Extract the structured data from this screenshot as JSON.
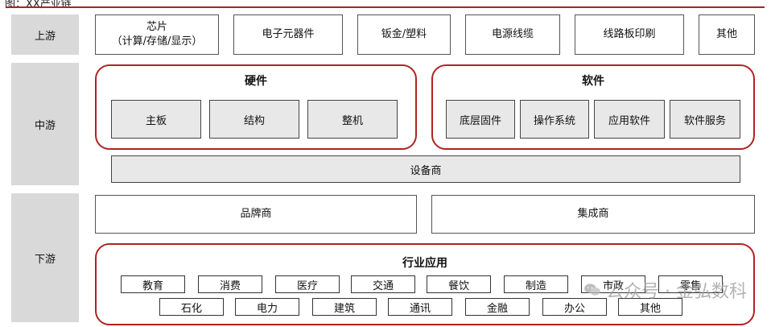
{
  "caption": "图：XX产业链",
  "tiers": {
    "upstream": "上游",
    "midstream": "中游",
    "downstream": "下游"
  },
  "upstream_items": [
    {
      "line1": "芯片",
      "line2": "（计算/存储/显示）"
    },
    {
      "line1": "电子元器件"
    },
    {
      "line1": "钣金/塑料"
    },
    {
      "line1": "电源线缆"
    },
    {
      "line1": "线路板印刷"
    },
    {
      "line1": "其他"
    }
  ],
  "hardware": {
    "title": "硬件",
    "items": [
      "主板",
      "结构",
      "整机"
    ]
  },
  "software": {
    "title": "软件",
    "items": [
      "底层固件",
      "操作系统",
      "应用软件",
      "软件服务"
    ]
  },
  "equipment_vendor": "设备商",
  "brand_vendor": "品牌商",
  "integrator": "集成商",
  "industry": {
    "title": "行业应用",
    "row1": [
      "教育",
      "消费",
      "医疗",
      "交通",
      "餐饮",
      "制造",
      "市政",
      "零售"
    ],
    "row2": [
      "石化",
      "电力",
      "建筑",
      "通讯",
      "金融",
      "办公",
      "其他"
    ]
  },
  "watermark": "公众号 · 金弘数科"
}
